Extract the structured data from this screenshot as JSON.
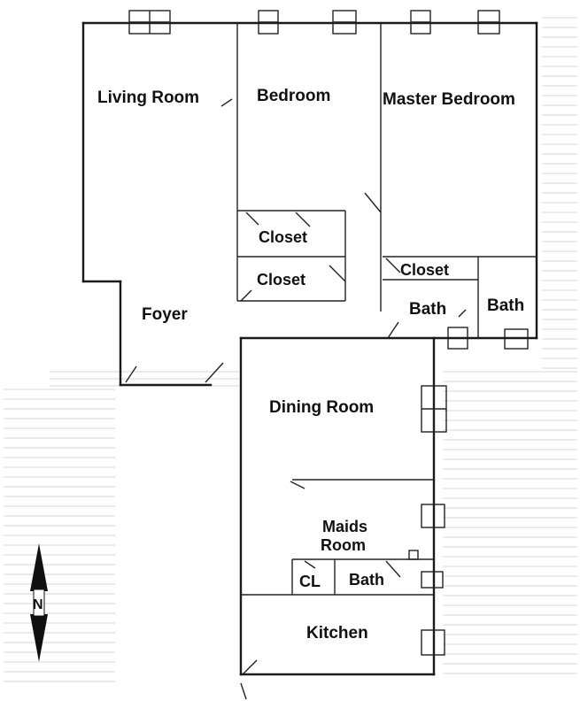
{
  "rooms": {
    "living_room": "Living Room",
    "bedroom": "Bedroom",
    "master_bedroom": "Master Bedroom",
    "closet_1": "Closet",
    "closet_2": "Closet",
    "closet_3": "Closet",
    "foyer": "Foyer",
    "bath_1": "Bath",
    "bath_2": "Bath",
    "dining_room": "Dining Room",
    "maids_room_line1": "Maids",
    "maids_room_line2": "Room",
    "cl": "CL",
    "bath_3": "Bath",
    "kitchen": "Kitchen"
  },
  "compass": {
    "letter": "N"
  },
  "colors": {
    "ink": "#1a1a1a",
    "paper": "#ffffff",
    "hatch": "#c9c9c9"
  }
}
